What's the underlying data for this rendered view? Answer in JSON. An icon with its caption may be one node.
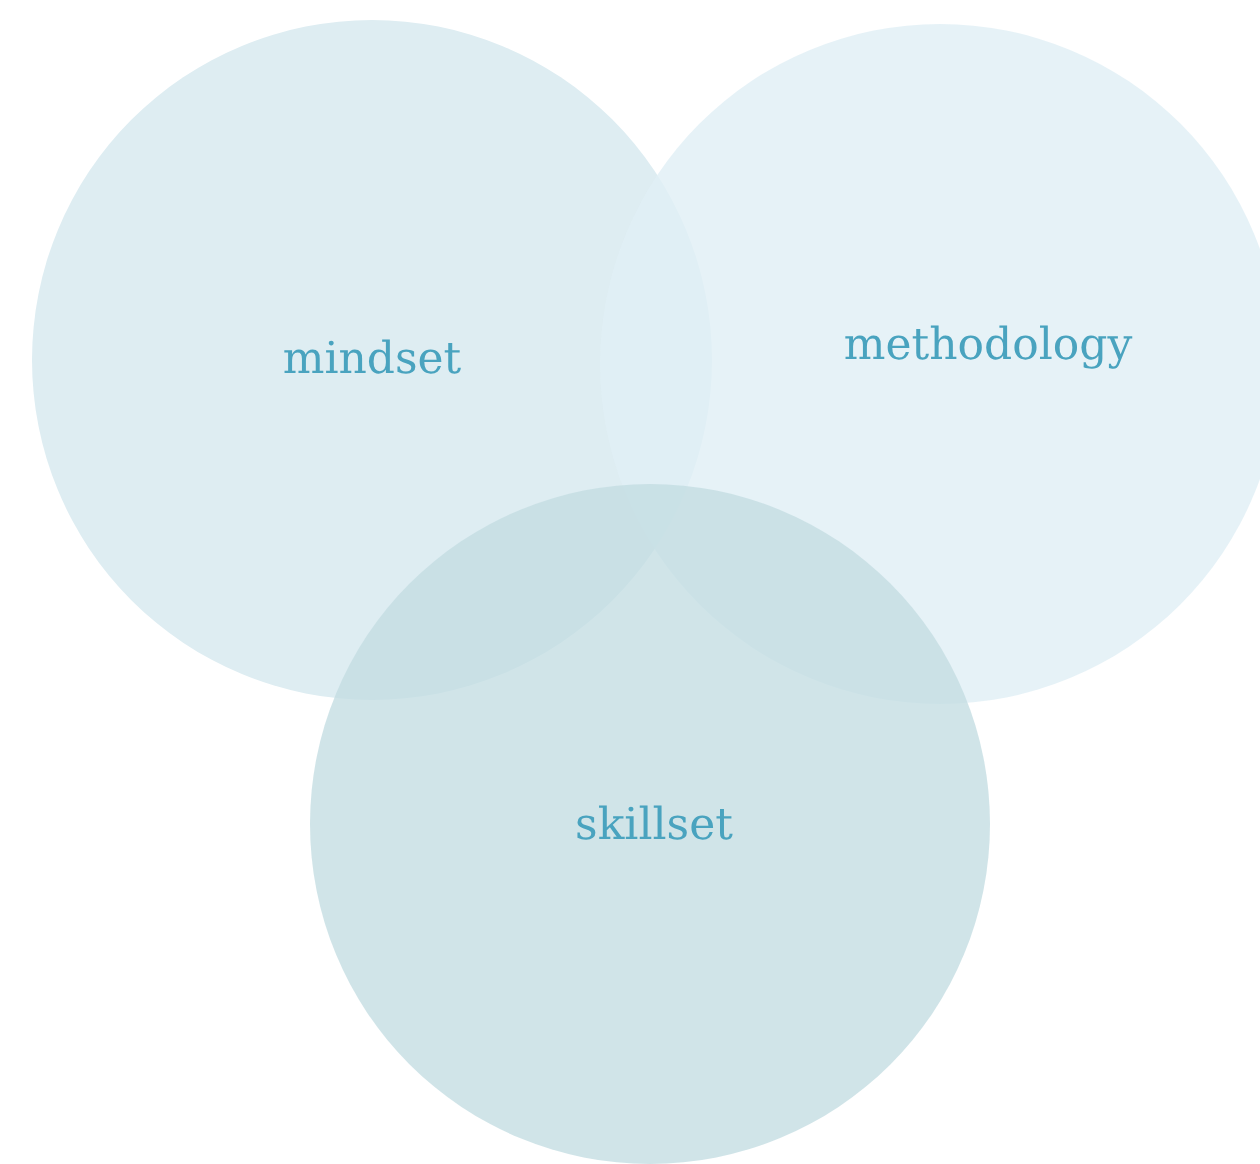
{
  "diagram": {
    "nodes": [
      {
        "text": [
          "mindset"
        ]
      },
      {
        "text": [
          "methodology"
        ]
      },
      {
        "text": [
          "skillset"
        ]
      }
    ]
  }
}
